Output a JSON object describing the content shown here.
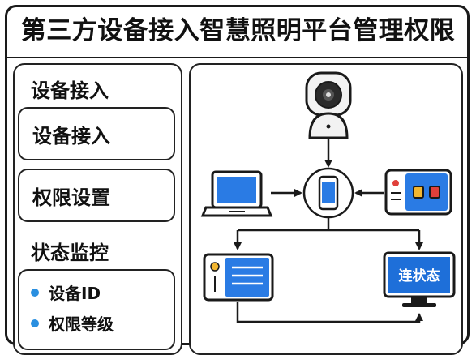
{
  "title": "第三方设备接入智慧照明平台管理权限",
  "sidebar": {
    "section1_heading": "设备接入",
    "buttons": [
      {
        "label": "设备接入"
      },
      {
        "label": "权限设置"
      }
    ],
    "section2_heading": "状态监控",
    "status_items": [
      {
        "label": "设备ID"
      },
      {
        "label": "权限等级"
      }
    ]
  },
  "diagram": {
    "nodes": [
      {
        "id": "camera",
        "icon": "security-camera-icon"
      },
      {
        "id": "hub",
        "icon": "smartphone-icon"
      },
      {
        "id": "laptop",
        "icon": "laptop-icon"
      },
      {
        "id": "gateway",
        "icon": "control-panel-icon"
      },
      {
        "id": "panel",
        "icon": "server-panel-icon"
      },
      {
        "id": "monitor",
        "icon": "monitor-icon",
        "label": "连状态"
      }
    ],
    "colors": {
      "accent": "#1e6fd9",
      "screen": "#2a7be4",
      "led_red": "#e0403a",
      "led_yellow": "#f2b630",
      "stroke": "#1a1a1a"
    }
  }
}
